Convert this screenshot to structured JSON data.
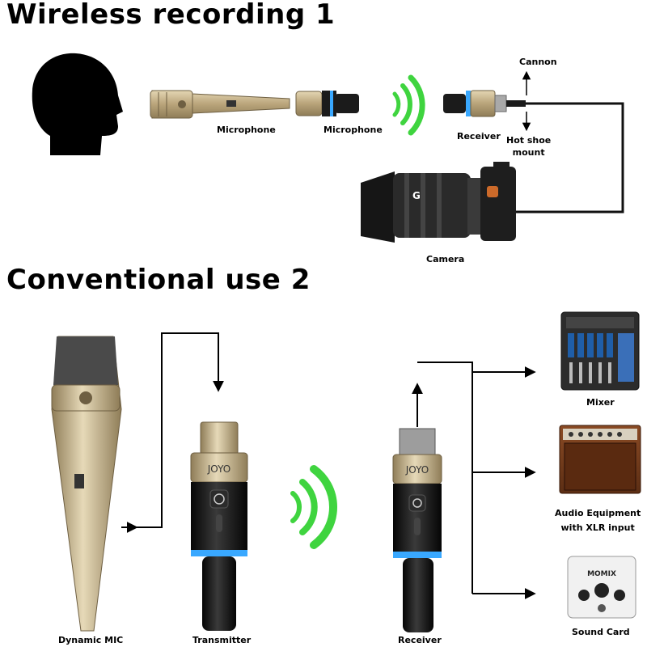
{
  "section1": {
    "title": "Wireless recording 1",
    "labels": {
      "microphone_1": "Microphone",
      "microphone_2": "Microphone",
      "receiver": "Receiver",
      "cannon": "Cannon",
      "hot_shoe": "Hot shoe\nmount",
      "camera": "Camera"
    }
  },
  "section2": {
    "title": "Conventional use 2",
    "labels": {
      "dynamic_mic": "Dynamic MIC",
      "transmitter": "Transmitter",
      "receiver": "Receiver",
      "mixer": "Mixer",
      "audio_equipment": "Audio Equipment\nwith XLR input",
      "sound_card": "Sound Card"
    },
    "device_brand": "JOYO",
    "sound_card_brand": "MOMIX"
  },
  "colors": {
    "signal_green": "#3fd43f",
    "led_blue": "#39a8ff",
    "device_gold": "#c8b58a",
    "device_black": "#1b1b1b"
  }
}
